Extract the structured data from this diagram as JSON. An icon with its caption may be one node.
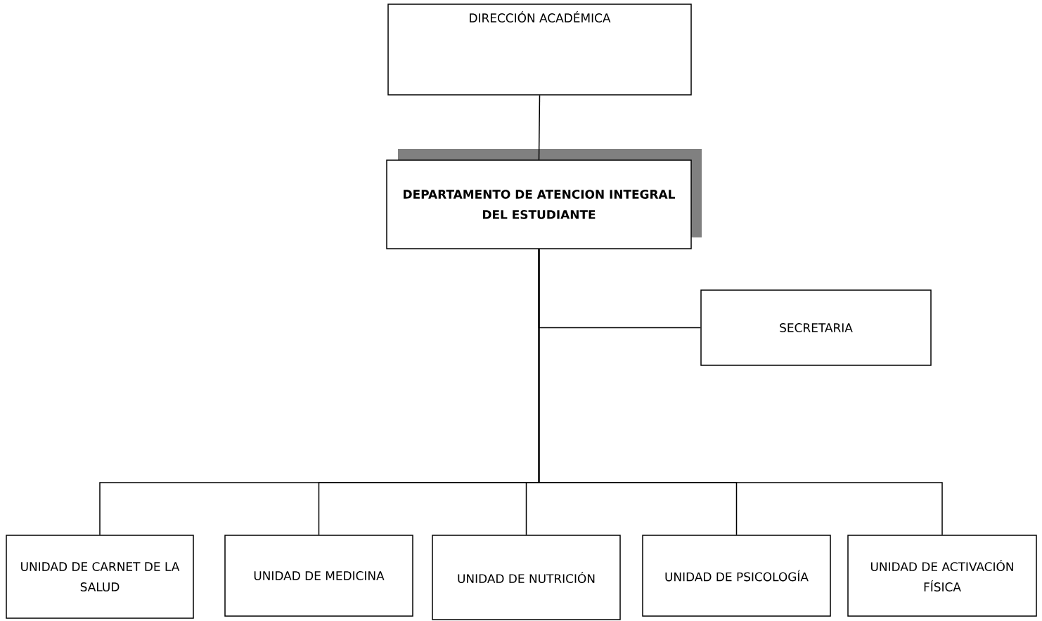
{
  "diagram": {
    "nodes": [
      {
        "text": [
          "DIRECCIÓN ACADÉMICA"
        ]
      },
      {
        "text": [
          "DEPARTAMENTO DE ATENCION INTEGRAL DEL ESTUDIANTE"
        ]
      },
      {
        "text": [
          "SECRETARIA"
        ]
      },
      {
        "text": [
          "UNIDAD DE CARNET DE LA SALUD"
        ]
      },
      {
        "text": [
          "UNIDAD DE MEDICINA"
        ]
      },
      {
        "text": [
          "UNIDAD DE NUTRICIÓN"
        ]
      },
      {
        "text": [
          "UNIDAD DE PSICOLOGÍA"
        ]
      },
      {
        "text": [
          "UNIDAD DE ACTIVACIÓN FÍSICA"
        ]
      }
    ],
    "edges": [
      {
        "from": 0,
        "to": 1,
        "arrow": "none"
      },
      {
        "from": 1,
        "to": 2,
        "arrow": "none"
      },
      {
        "from": 1,
        "to": 3,
        "arrow": "none"
      },
      {
        "from": 1,
        "to": 4,
        "arrow": "none"
      },
      {
        "from": 1,
        "to": 5,
        "arrow": "none"
      },
      {
        "from": 1,
        "to": 6,
        "arrow": "none"
      },
      {
        "from": 1,
        "to": 7,
        "arrow": "none"
      }
    ]
  }
}
